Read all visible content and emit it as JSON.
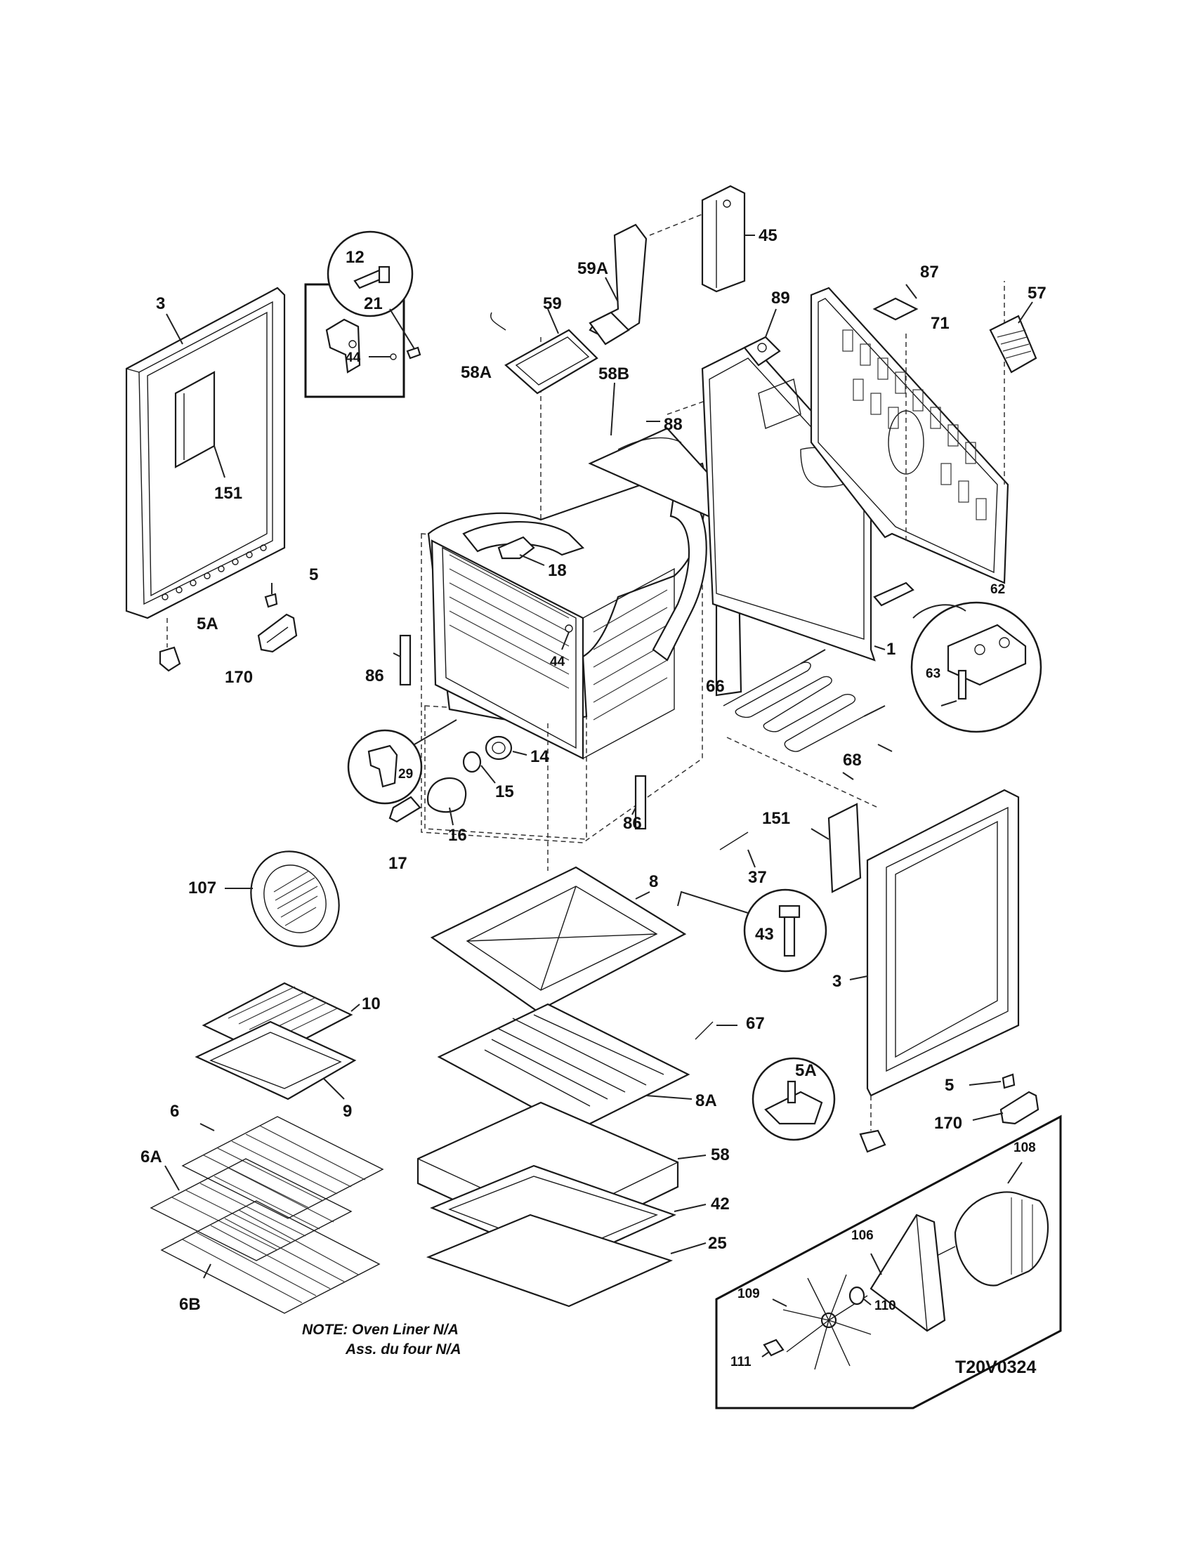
{
  "callouts": {
    "c3_left": "3",
    "c21": "21",
    "c151_left": "151",
    "c12": "12",
    "c44_left": "44",
    "c5_left": "5",
    "c5A_left": "5A",
    "c170_left": "170",
    "c59": "59",
    "c59A": "59A",
    "c45": "45",
    "c58A": "58A",
    "c58B": "58B",
    "c88": "88",
    "c18": "18",
    "c44_mid": "44",
    "c86_left": "86",
    "c29": "29",
    "c14": "14",
    "c15": "15",
    "c16": "16",
    "c17": "17",
    "c86_mid": "86",
    "c89": "89",
    "c87": "87",
    "c71": "71",
    "c57": "57",
    "c62": "62",
    "c63": "63",
    "c1": "1",
    "c66": "66",
    "c68": "68",
    "c151_right": "151",
    "c37": "37",
    "c107": "107",
    "c8": "8",
    "c43": "43",
    "c3_right": "3",
    "c10": "10",
    "c9": "9",
    "c67": "67",
    "c5A_right": "5A",
    "c5_right": "5",
    "c170_right": "170",
    "c8A": "8A",
    "c6": "6",
    "c6A": "6A",
    "c6B": "6B",
    "c58": "58",
    "c42": "42",
    "c25": "25",
    "c108": "108",
    "c106": "106",
    "c109": "109",
    "c110": "110",
    "c111": "111"
  },
  "note": {
    "line1": "NOTE: Oven Liner N/A",
    "line2": "Ass. du four N/A"
  },
  "diagram_code": "T20V0324"
}
